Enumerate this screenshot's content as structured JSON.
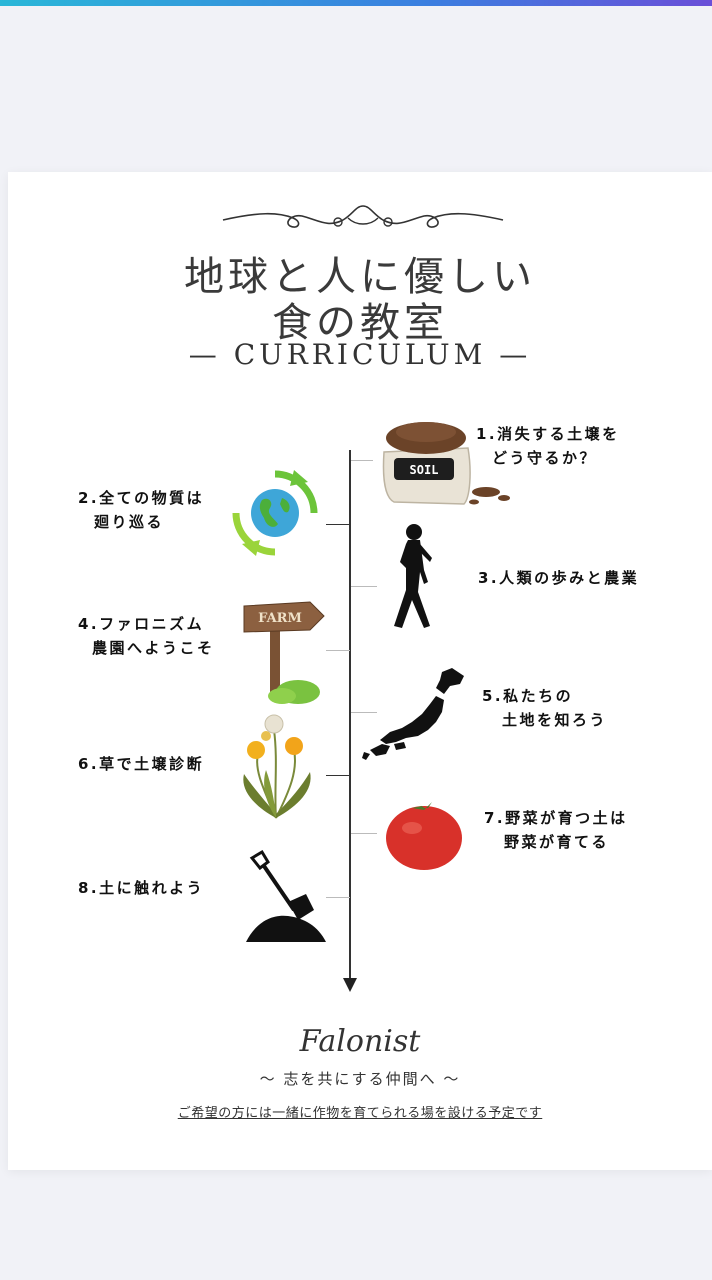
{
  "header": {
    "title_line1": "地球と人に優しい",
    "title_line2": "食の教室",
    "subtitle": "— CURRICULUM —"
  },
  "curriculum": [
    {
      "label_line1": "1.消失する土壌を",
      "label_line2": "どう守るか？",
      "icon": "soil-bag-icon",
      "sign": "SOIL"
    },
    {
      "label_line1": "2.全ての物質は",
      "label_line2": "廻り巡る",
      "icon": "recycle-globe-icon"
    },
    {
      "label_line1": "3.人類の歩みと農業",
      "label_line2": "",
      "icon": "walking-human-icon"
    },
    {
      "label_line1": "4.ファロニズム",
      "label_line2": "農園へようこそ",
      "icon": "farm-sign-icon",
      "sign": "FARM"
    },
    {
      "label_line1": "5.私たちの",
      "label_line2": "土地を知ろう",
      "icon": "japan-map-icon"
    },
    {
      "label_line1": "6.草で土壌診断",
      "label_line2": "",
      "icon": "dandelion-icon"
    },
    {
      "label_line1": "7.野菜が育つ土は",
      "label_line2": "野菜が育てる",
      "icon": "tomato-icon"
    },
    {
      "label_line1": "8.土に触れよう",
      "label_line2": "",
      "icon": "shovel-soil-icon"
    }
  ],
  "footer": {
    "brand": "Falonist",
    "tagline": "～ 志を共にする仲間へ ～",
    "link_text": "ご希望の方には一緒に作物を育てられる場を設ける予定です"
  },
  "colors": {
    "accent_gradient_start": "#2ab7d8",
    "accent_gradient_end": "#6a4fd8",
    "tomato": "#d8312a",
    "leaf": "#4caf3a"
  }
}
